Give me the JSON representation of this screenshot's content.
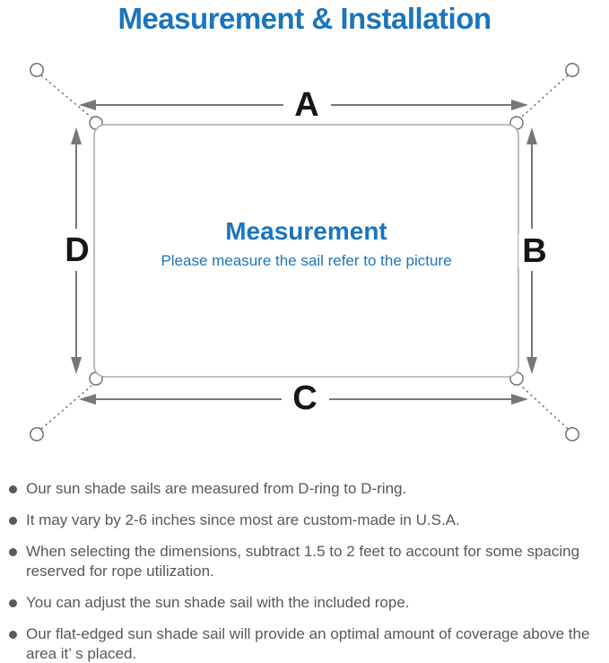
{
  "title": "Measurement & Installation",
  "diagram": {
    "side_labels": {
      "top": "A",
      "right": "B",
      "bottom": "C",
      "left": "D"
    },
    "center": {
      "heading": "Measurement",
      "subheading": "Please measure the sail refer to the picture"
    }
  },
  "notes": {
    "items": [
      "Our sun shade sails are measured from D-ring to D-ring.",
      "It may vary by 2-6 inches since most are custom-made in U.S.A.",
      "When selecting the dimensions, subtract 1.5 to 2 feet to account for some spacing reserved for rope utilization.",
      "You can adjust the sun shade sail with the included rope.",
      "Our flat-edged sun shade sail will provide an optimal amount of coverage above the area it’ s placed."
    ]
  },
  "colors": {
    "accent_blue": "#1B75BB",
    "label_black": "#161616",
    "arrow_gray": "#76777A",
    "sail_border_gray": "#A9ABAE",
    "ring_gray": "#6E6F72",
    "note_text_gray": "#57585A"
  }
}
